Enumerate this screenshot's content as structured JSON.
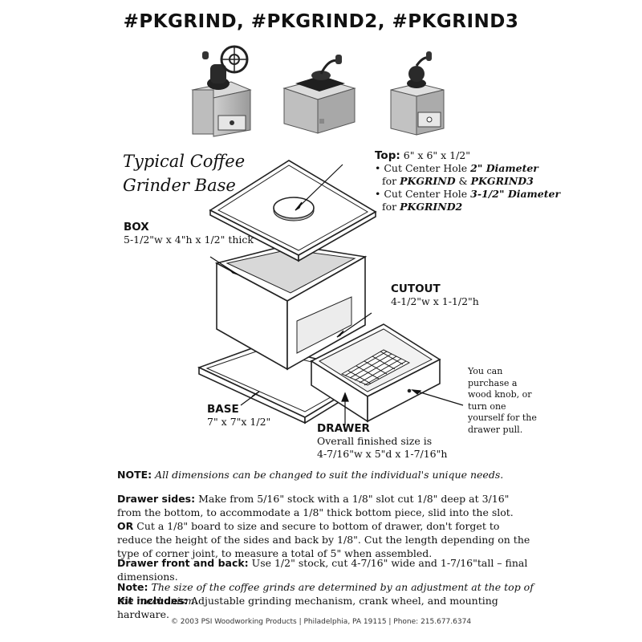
{
  "title": "#PKGRIND, #PKGRIND2, #PKGRIND3",
  "diagram": {
    "title_line1": "Typical Coffee",
    "title_line2": "Grinder Base",
    "top": {
      "head": "Top:",
      "size": "6\" x 6\" x 1/2\"",
      "line1_pre": "• Cut Center Hole ",
      "line1_em": "2\" Diameter",
      "line2_pre": "for ",
      "line2_a": "PKGRIND",
      "line2_mid": " & ",
      "line2_b": "PKGRIND3",
      "line3_pre": "• Cut Center Hole ",
      "line3_em": "3-1/2\" Diameter",
      "line4_pre": "for ",
      "line4_a": "PKGRIND2"
    },
    "box": {
      "head": "BOX",
      "size": "5-1/2\"w x 4\"h x 1/2\" thick"
    },
    "cutout": {
      "head": "CUTOUT",
      "size": "4-1/2\"w  x 1-1/2\"h"
    },
    "base": {
      "head": "BASE",
      "size": "7\" x 7\"x 1/2\""
    },
    "drawer": {
      "head": "DRAWER",
      "line1": "Overall finished size is",
      "line2": "4-7/16\"w x 5\"d x 1-7/16\"h"
    },
    "knob_note": [
      "You can",
      "purchase a",
      "wood knob, or",
      "turn one",
      "yourself for the",
      "drawer pull."
    ]
  },
  "notes": {
    "note1_head": "NOTE:",
    "note1_text": "All dimensions can be changed to suit the individual's unique needs.",
    "sides_head": "Drawer sides:",
    "sides_text": "Make from 5/16\" stock with a 1/8\" slot cut 1/8\" deep at 3/16\" from the bottom, to accommodate a 1/8\" thick bottom piece, slid into the slot.",
    "or_head": "OR",
    "or_text": "Cut a 1/8\" board to size and secure to bottom of drawer,  don't forget to reduce the height of the sides and back by 1/8\".   Cut the length depending on the type of corner joint, to measure a total of 5\" when assembled.",
    "front_head": "Drawer front and back:",
    "front_text": "Use 1/2\" stock, cut 4-7/16\" wide and 1-7/16\"tall – final dimensions.",
    "note2_head": "Note:",
    "note2_text": "The size of the coffee grinds are determined by an adjustment at the top of the mechanism.",
    "kit_head": "Kit includes:",
    "kit_text": "Adjustable grinding mechanism, crank wheel, and mounting hardware."
  },
  "footer": "© 2003 PSI Woodworking Products | Philadelphia, PA 19115 | Phone: 215.677.6374"
}
